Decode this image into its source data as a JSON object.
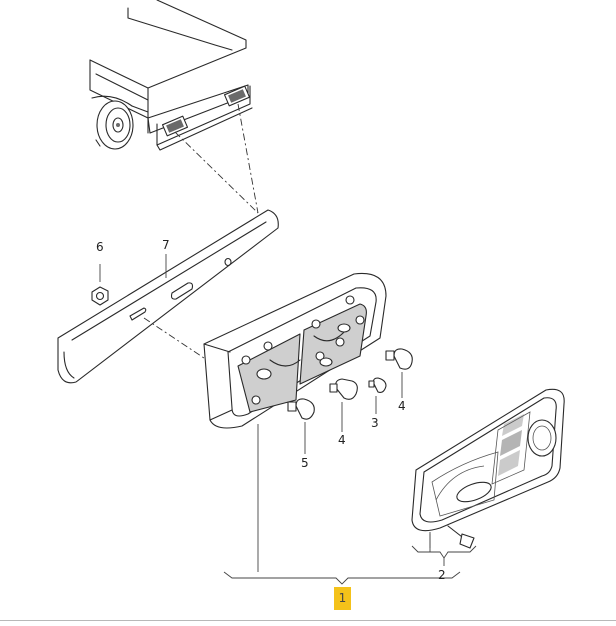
{
  "diagram": {
    "parts": [
      {
        "ref": "1",
        "highlighted": true
      },
      {
        "ref": "2"
      },
      {
        "ref": "3"
      },
      {
        "ref": "4"
      },
      {
        "ref": "4"
      },
      {
        "ref": "5"
      },
      {
        "ref": "6"
      },
      {
        "ref": "7"
      }
    ]
  },
  "colors": {
    "highlight": "#f4c21a",
    "line": "#2a2a2a",
    "background": "#ffffff"
  }
}
